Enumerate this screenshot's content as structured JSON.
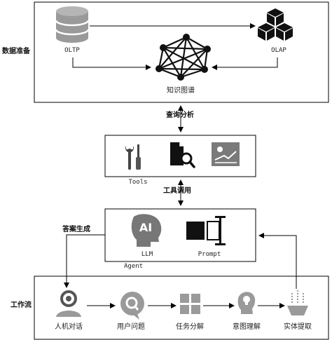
{
  "sections": {
    "data_prep": "数据准备",
    "workflow": "工作流"
  },
  "nodes": {
    "oltp": "OLTP",
    "olap": "OLAP",
    "knowledge_graph": "知识图谱",
    "tools": "Tools",
    "llm": "LLM",
    "prompt": "Prompt",
    "agent": "Agent",
    "ai_badge": "AI"
  },
  "edges": {
    "query_analysis": "查询分析",
    "tool_call": "工具调用",
    "answer_gen": "答案生成"
  },
  "steps": [
    {
      "label": "人机对话",
      "icon": "chat-user-icon"
    },
    {
      "label": "用户问题",
      "icon": "question-icon"
    },
    {
      "label": "任务分解",
      "icon": "grid-icon"
    },
    {
      "label": "意图理解",
      "icon": "head-bulb-icon"
    },
    {
      "label": "实体提取",
      "icon": "extract-icon"
    }
  ],
  "colors": {
    "stroke": "#000000",
    "icon_gray": "#9a9a9a",
    "icon_dark": "#111111"
  }
}
